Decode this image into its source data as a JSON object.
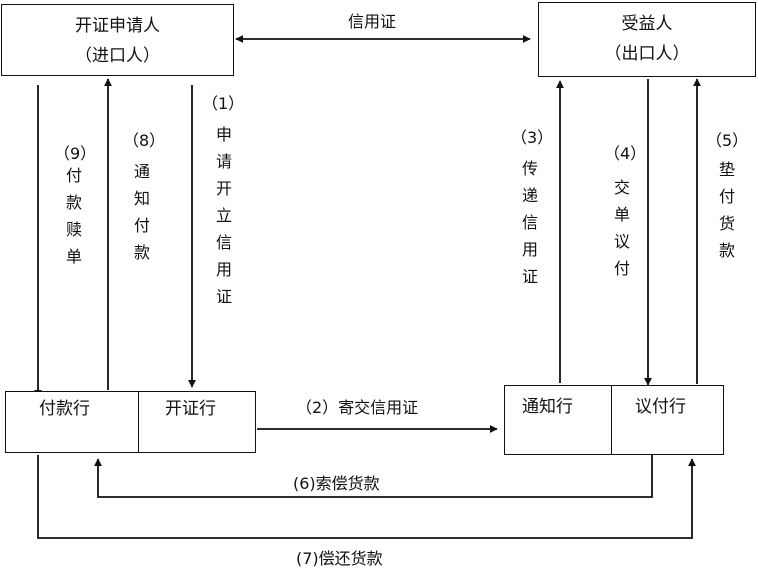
{
  "parties": {
    "applicant": {
      "line1": "开证申请人",
      "line2": "（进口人）"
    },
    "beneficiary": {
      "line1": "受益人",
      "line2": "（出口人）"
    }
  },
  "banks": {
    "paying": "付款行",
    "issuing": "开证行",
    "advising": "通知行",
    "negotiating": "议付行"
  },
  "flows": {
    "top_label": "信用证",
    "step1": {
      "num": "（1）",
      "text": "申请开立信用证"
    },
    "step2": {
      "text": "（2）寄交信用证"
    },
    "step3": {
      "num": "（3）",
      "text": "传递信用证"
    },
    "step4": {
      "num": "（4）",
      "text": "交单议付"
    },
    "step5": {
      "num": "（5）",
      "text": "垫付货款"
    },
    "step6": {
      "text": "(6)索偿货款"
    },
    "step7": {
      "text": "(7)偿还货款"
    },
    "step8": {
      "num": "（8）",
      "text": "通知付款"
    },
    "step9": {
      "num": "（9）",
      "text": "付款赎单"
    }
  },
  "colors": {
    "line": "#111111",
    "background": "#ffffff"
  }
}
